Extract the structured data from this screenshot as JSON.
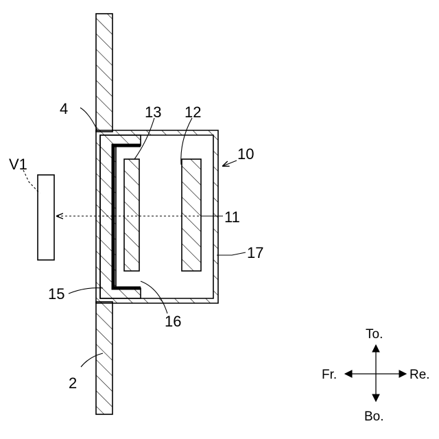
{
  "labels": {
    "wall": "2",
    "opening": "4",
    "unit": "10",
    "display": "11",
    "edge": "12",
    "panel": "13",
    "frame": "15",
    "seal": "16",
    "housing": "17",
    "viewer": "V1"
  },
  "directions": {
    "top": "To.",
    "bottom": "Bo.",
    "front": "Fr.",
    "rear": "Re."
  }
}
